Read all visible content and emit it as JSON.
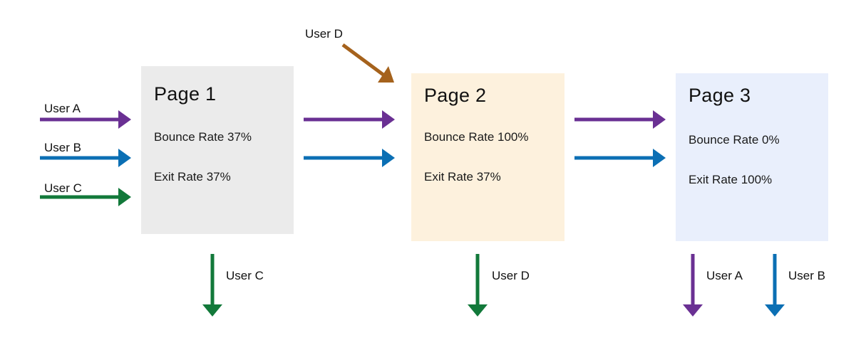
{
  "colors": {
    "user_a": "#6a3093",
    "user_b": "#0b6fb4",
    "user_c": "#12793a",
    "user_d": "#a5621c",
    "page1_bg": "#ebebeb",
    "page2_bg": "#fdf1dd",
    "page3_bg": "#e9effc"
  },
  "users": {
    "a": "User A",
    "b": "User B",
    "c": "User C",
    "d": "User D"
  },
  "pages": [
    {
      "title": "Page 1",
      "bounce": "Bounce Rate 37%",
      "exit": "Exit Rate 37%"
    },
    {
      "title": "Page 2",
      "bounce": "Bounce Rate 100%",
      "exit": "Exit Rate 37%"
    },
    {
      "title": "Page 3",
      "bounce": "Bounce Rate 0%",
      "exit": "Exit Rate 100%"
    }
  ],
  "exits": {
    "page1": "User C",
    "page2": "User D",
    "page3_a": "User A",
    "page3_b": "User B"
  }
}
